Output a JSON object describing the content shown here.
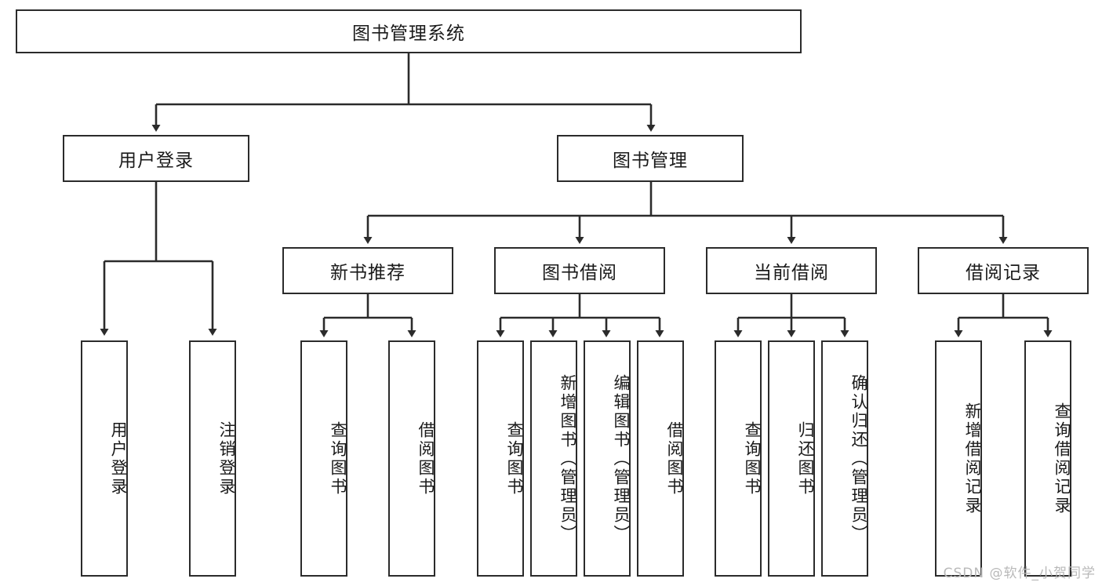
{
  "diagram": {
    "type": "tree-hierarchy",
    "title": "图书管理系统",
    "watermark": "CSDN @软件_小贺同学",
    "colors": {
      "stroke": "#2b2b2b",
      "fill": "#ffffff",
      "text": "#1a1a1a",
      "watermark": "#b9b9b9"
    },
    "levels": {
      "root": {
        "label": "图书管理系统"
      },
      "level2": [
        {
          "label": "用户登录"
        },
        {
          "label": "图书管理"
        }
      ],
      "level3": [
        {
          "label": "新书推荐"
        },
        {
          "label": "图书借阅"
        },
        {
          "label": "当前借阅"
        },
        {
          "label": "借阅记录"
        }
      ],
      "leaves": {
        "user_login": [
          {
            "label": "用户登录"
          },
          {
            "label": "注销登录"
          }
        ],
        "new_book_recommend": [
          {
            "label": "查询图书"
          },
          {
            "label": "借阅图书"
          }
        ],
        "book_borrow": [
          {
            "label": "查询图书"
          },
          {
            "label": "新增图书（管理员）"
          },
          {
            "label": "编辑图书（管理员）"
          },
          {
            "label": "借阅图书"
          }
        ],
        "current_borrow": [
          {
            "label": "查询图书"
          },
          {
            "label": "归还图书"
          },
          {
            "label": "确认归还（管理员）"
          }
        ],
        "borrow_records": [
          {
            "label": "新增借阅记录"
          },
          {
            "label": "查询借阅记录"
          }
        ]
      }
    }
  }
}
